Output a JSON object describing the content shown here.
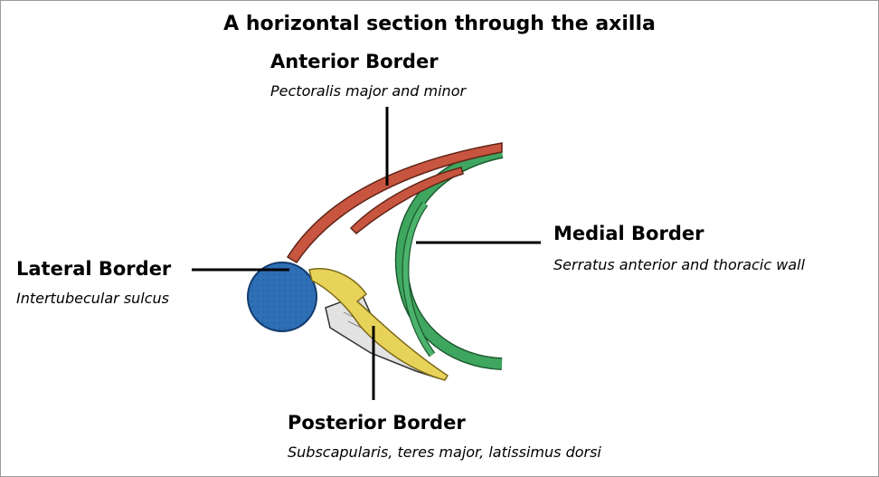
{
  "title": "A horizontal section through the axilla",
  "borders": {
    "anterior": {
      "name": "Anterior Border",
      "structures": "Pectoralis major and minor"
    },
    "medial": {
      "name": "Medial Border",
      "structures": "Serratus anterior and thoracic wall"
    },
    "lateral": {
      "name": "Lateral Border",
      "structures": "Intertubecular sulcus"
    },
    "posterior": {
      "name": "Posterior Border",
      "structures": "Subscapularis, teres major, latissimus dorsi"
    }
  },
  "colors": {
    "pectoral_muscles": "#c8553f",
    "thoracic_wall": "#3fa65f",
    "humerus": "#2e6fb5",
    "posterior_muscles": "#e8d35a",
    "scapula": "#d8d8d8"
  }
}
